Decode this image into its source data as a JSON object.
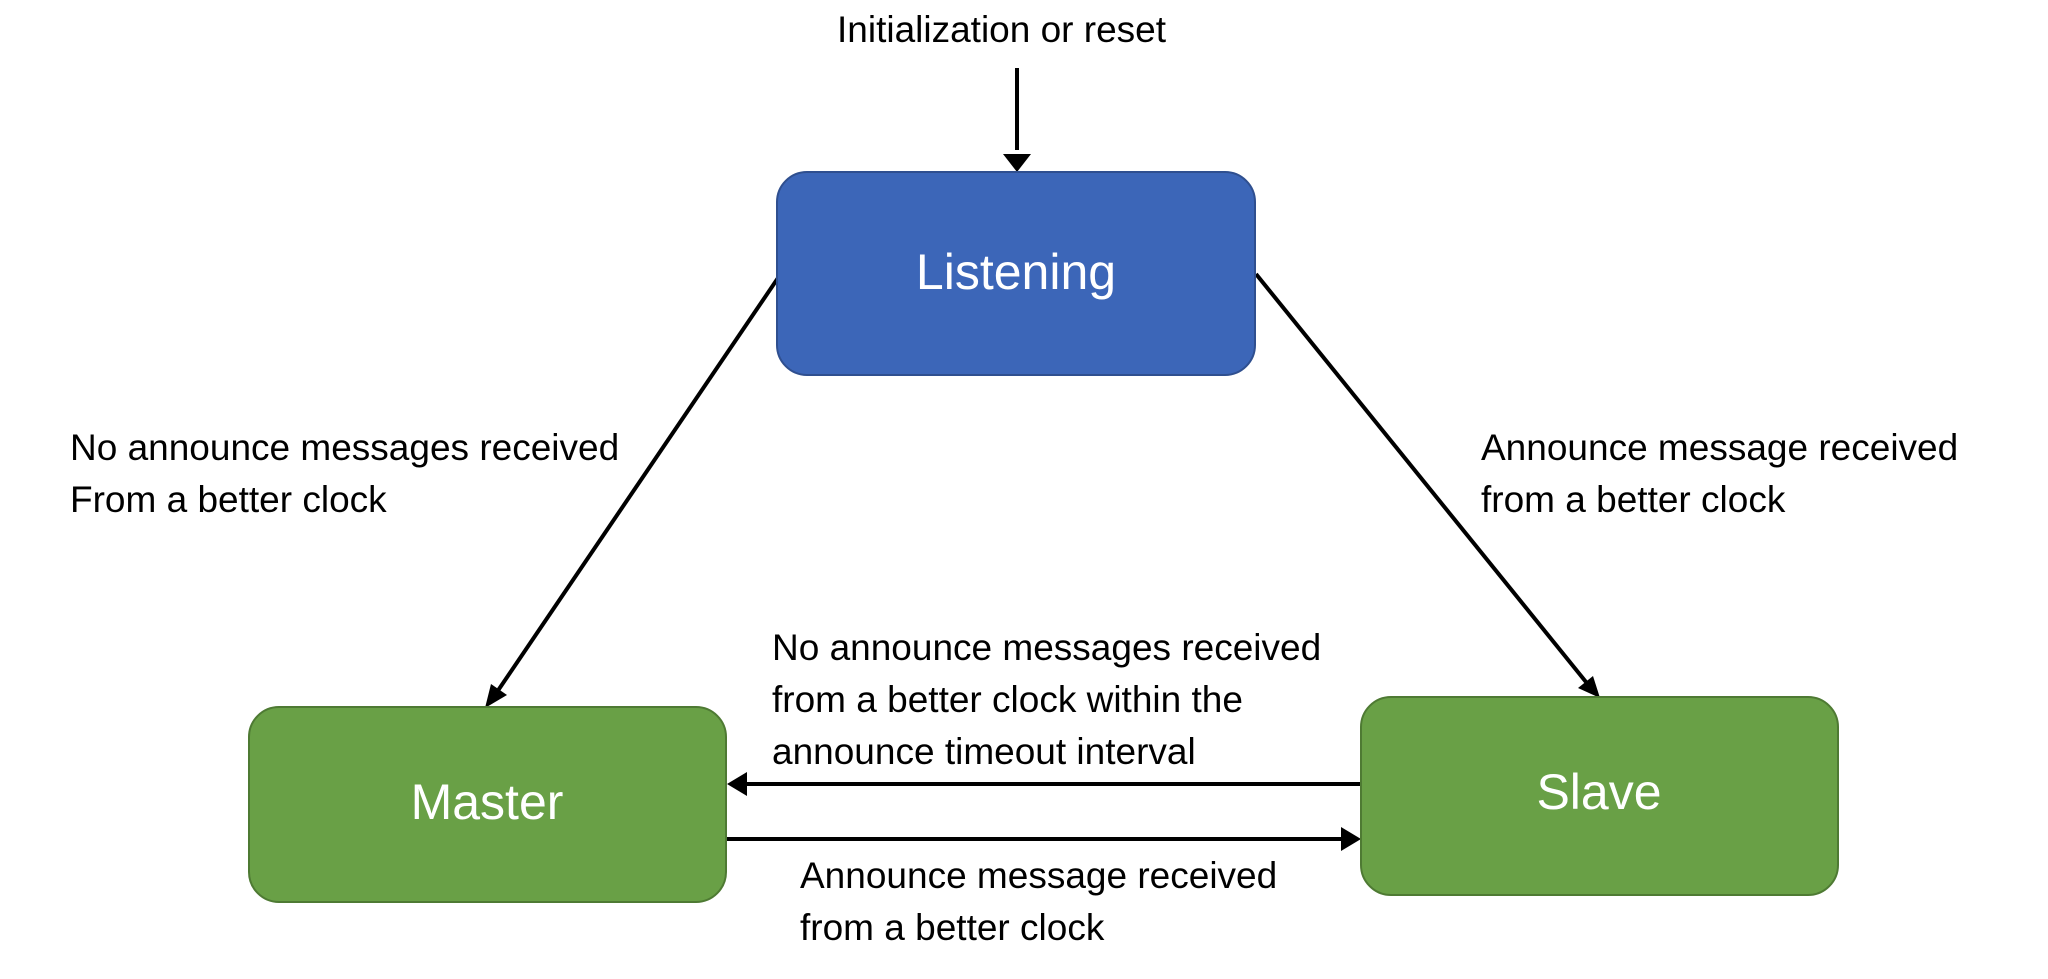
{
  "colors": {
    "listening_fill": "#3C66B8",
    "listening_stroke": "#2F4F8F",
    "master_fill": "#69A046",
    "master_stroke": "#4E7A33",
    "slave_fill": "#69A046",
    "slave_stroke": "#4E7A33",
    "edge": "#000000"
  },
  "states": {
    "listening": "Listening",
    "master": "Master",
    "slave": "Slave"
  },
  "transitions": {
    "init": [
      "Initialization or reset"
    ],
    "listening_to_master": [
      "No announce messages received",
      "From a better clock"
    ],
    "listening_to_slave": [
      "Announce message received",
      "from a better clock"
    ],
    "slave_to_master": [
      "No announce messages received",
      "from a better clock within the",
      "announce timeout interval"
    ],
    "master_to_slave": [
      "Announce message received",
      "from a better clock"
    ]
  }
}
